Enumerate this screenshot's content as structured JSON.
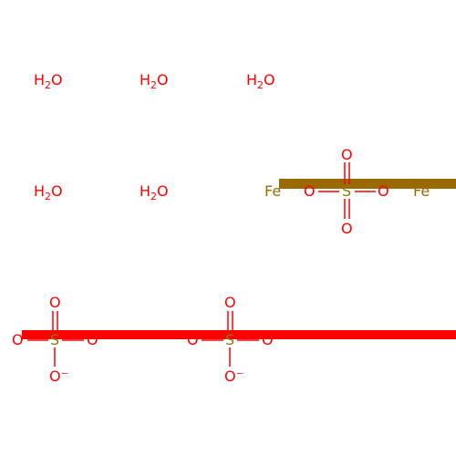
{
  "colors": {
    "oxygen": "#ff0000",
    "iron": "#9a6a00",
    "sulfur": "#8a7a00",
    "background": "#ffffff"
  },
  "water": [
    {
      "pre": "H",
      "sub": "2",
      "post": "O"
    },
    {
      "pre": "H",
      "sub": "2",
      "post": "O"
    },
    {
      "pre": "H",
      "sub": "2",
      "post": "O"
    },
    {
      "pre": "H",
      "sub": "2",
      "post": "O"
    },
    {
      "pre": "H",
      "sub": "2",
      "post": "O"
    }
  ],
  "iron": [
    {
      "symbol": "Fe"
    },
    {
      "symbol": "Fe"
    }
  ],
  "sulfates": [
    {
      "s": "S",
      "top": "O",
      "bottom": "O",
      "left": "O",
      "right": "O",
      "bottom_charge": ""
    },
    {
      "s": "S",
      "top": "O",
      "bottom": "O⁻",
      "left": "O",
      "right": "O",
      "bottom_charge": ""
    },
    {
      "s": "S",
      "top": "O",
      "bottom": "O⁻",
      "left": "O",
      "right": "O",
      "bottom_charge": ""
    }
  ]
}
